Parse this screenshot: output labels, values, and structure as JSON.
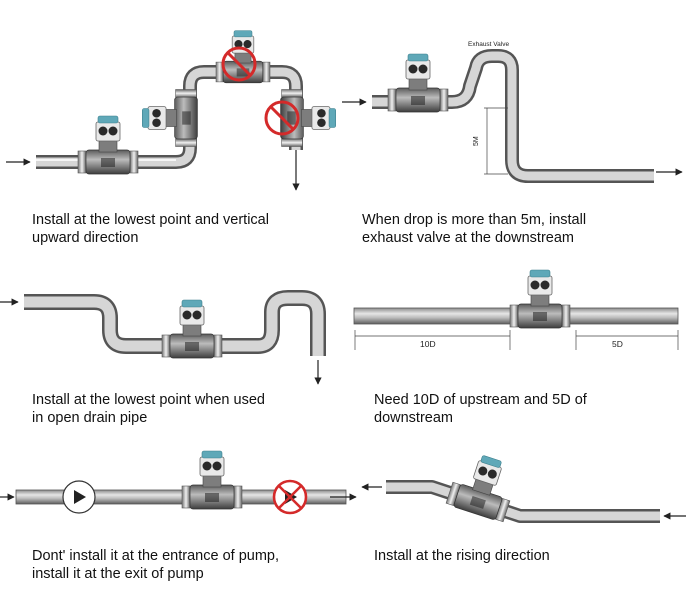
{
  "panels": [
    {
      "id": "lowest-point-vertical-upward",
      "caption_lines": [
        "Install at the lowest point and vertical",
        "upward direction"
      ]
    },
    {
      "id": "exhaust-valve-downstream",
      "caption_lines": [
        "When drop is more than 5m, install",
        "exhaust valve at the downstream"
      ],
      "exhaust_valve_label": "Exhaust Valve",
      "drop_label": "5M"
    },
    {
      "id": "open-drain-pipe",
      "caption_lines": [
        "Install at the lowest point when used",
        "in open drain pipe"
      ]
    },
    {
      "id": "straight-run",
      "caption_lines": [
        "Need 10D of upstream  and 5D of",
        "downstream"
      ],
      "upstream_label": "10D",
      "downstream_label": "5D"
    },
    {
      "id": "pump-position",
      "caption_lines": [
        "Dont' install it at the entrance of pump,",
        "install it at the exit of pump"
      ]
    },
    {
      "id": "rising-direction",
      "caption_lines": [
        "Install at the rising direction"
      ]
    }
  ],
  "colors": {
    "pipe_dark": "#6b6b6b",
    "pipe_light": "#e4e4e4",
    "meter_head": "#5fa8b8",
    "forbidden": "#d42a2a"
  }
}
